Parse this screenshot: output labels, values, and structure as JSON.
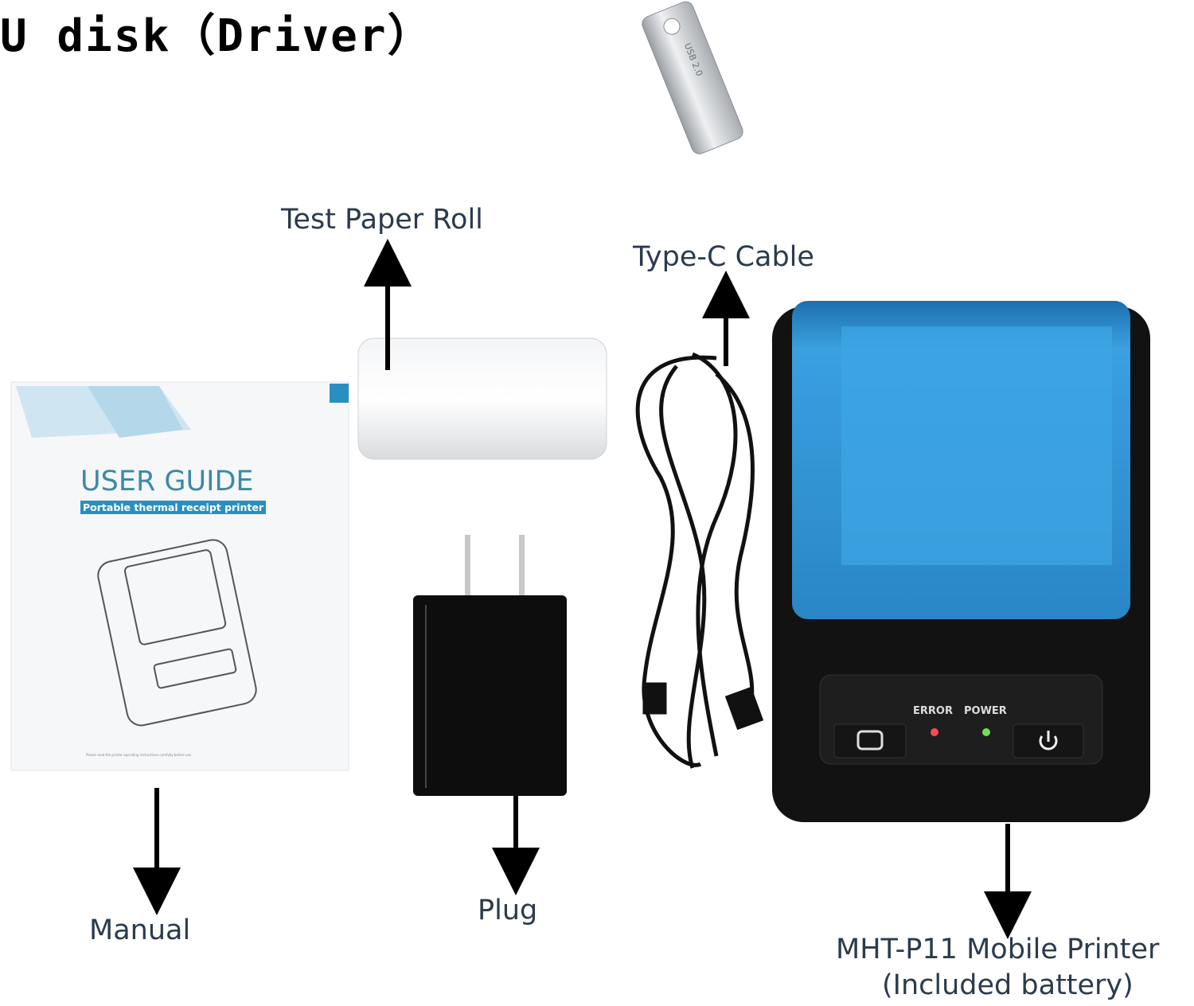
{
  "title": "U disk（Driver）",
  "usb_stick": {
    "lettering": "USB 2.0"
  },
  "labels": {
    "test_paper_roll": "Test Paper Roll",
    "type_c_cable": "Type-C Cable",
    "manual": "Manual",
    "plug": "Plug",
    "printer_line1": "MHT-P11 Mobile Printer",
    "printer_line2": "(Included battery)"
  },
  "manual_cover": {
    "heading": "USER GUIDE",
    "subheading": "Portable thermal receipt printer",
    "footer": "Please read the printer operating instructions carefully before use"
  },
  "printer_panel": {
    "error_label": "ERROR",
    "power_label": "POWER",
    "error_led_color": "#ff4a55",
    "power_led_color": "#6fe05a"
  },
  "colors": {
    "label_text": "#2b3b4c",
    "printer_cover_blue": "#2f8fd0",
    "manual_accent": "#2a8fc0"
  }
}
